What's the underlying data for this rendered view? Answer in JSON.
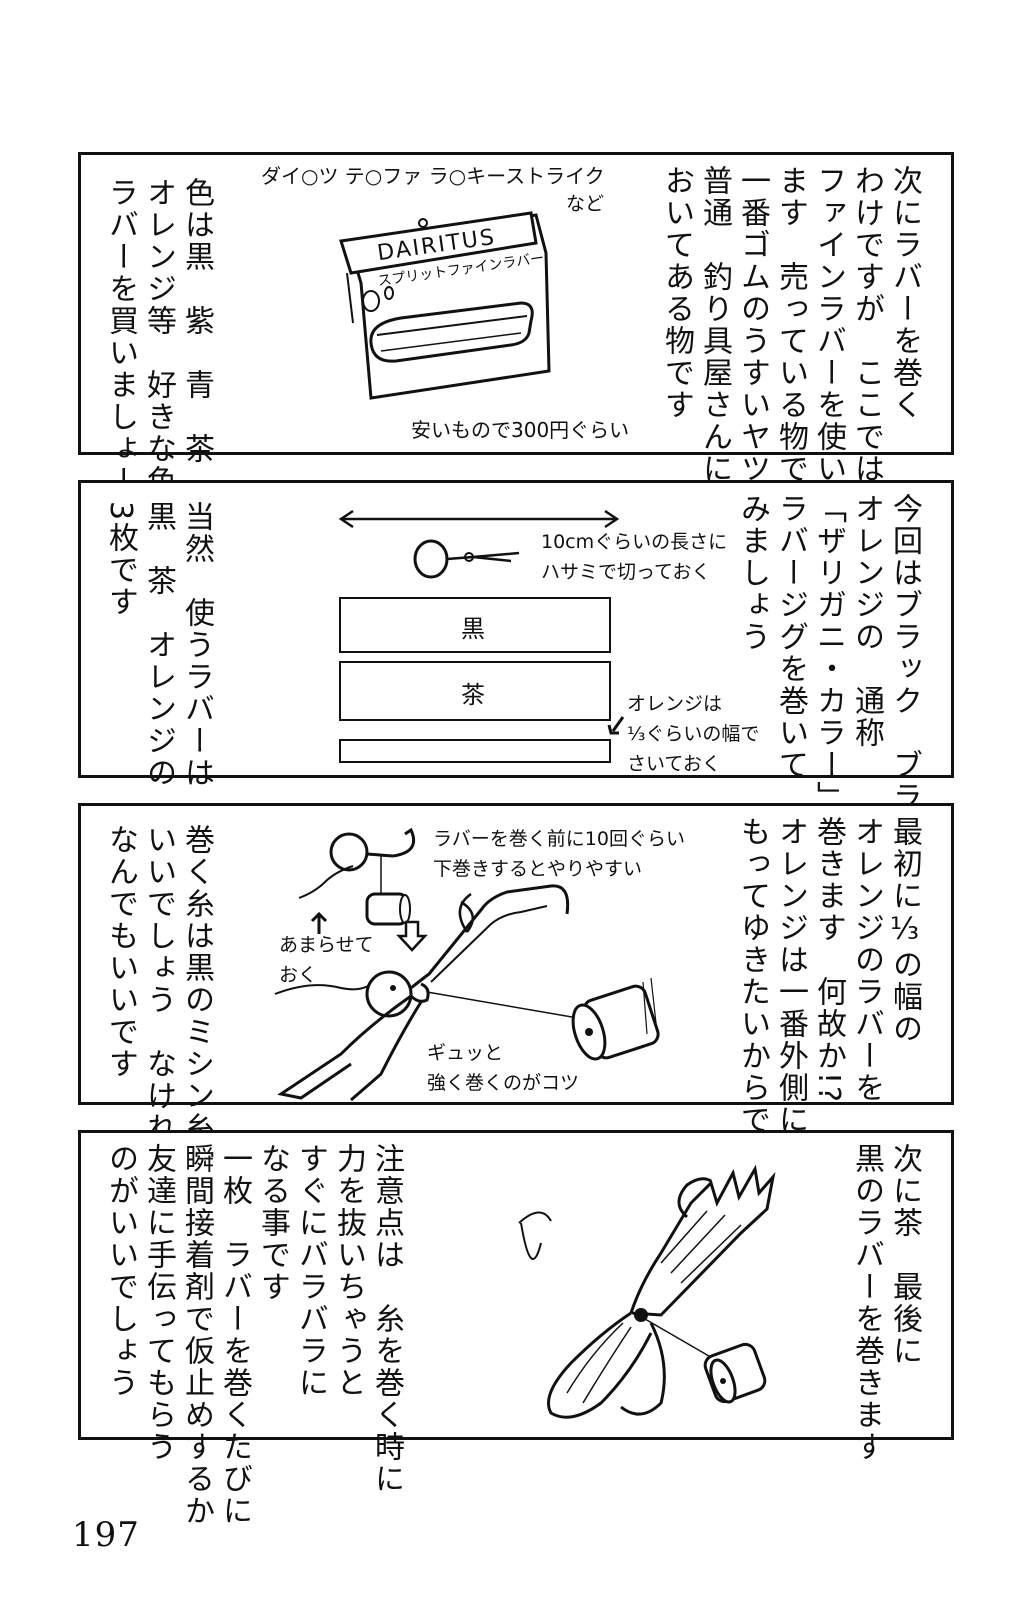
{
  "page_number": "197",
  "panel1": {
    "right_text": [
      "次にラバーを巻く",
      "わけですが　ここでは",
      "ファインラバーを使い",
      "ます　売っている物では",
      "一番ゴムのうすいヤツで",
      "普通　釣り具屋さんに",
      "おいてある物です"
    ],
    "left_text": [
      "色は黒　紫　青　茶",
      "オレンジ等　好きな色の",
      "ラバーを買いましょー"
    ],
    "brands": "ダイ○ツ テ○ファ ラ○キーストライク",
    "brands_suffix": "など",
    "package_brand": "DAIRITUS",
    "package_product": "スプリットファインラバー",
    "price_caption": "安いもので300円ぐらい"
  },
  "panel2": {
    "right_text": [
      "今回はブラック　ブラウン",
      "オレンジの　通称",
      "「ザリガニ・カラー」の",
      "ラバージグを巻いて",
      "みましょう"
    ],
    "left_text": [
      "当然　使うラバーは",
      "黒　茶　オレンジの",
      "3枚です"
    ],
    "length_note": [
      "10cmぐらいの長さに",
      "ハサミで切っておく"
    ],
    "strip_black": "黒",
    "strip_brown": "茶",
    "orange_note": [
      "オレンジは",
      "⅓ぐらいの幅で",
      "さいておく"
    ]
  },
  "panel3": {
    "right_text": [
      "最初に⅓の幅の",
      "オレンジのラバーを",
      "巻きます　何故か!?",
      "オレンジは一番外側に",
      "もってゆきたいからです"
    ],
    "left_text": [
      "巻く糸は黒のミシン糸が",
      "いいでしょう　なければ",
      "なんでもいいです"
    ],
    "pre_wrap_note": [
      "ラバーを巻く前に10回ぐらい",
      "下巻きするとやりやすい"
    ],
    "leave_note": [
      "あまらせて",
      "おく"
    ],
    "tight_note": [
      "ギュッと",
      "強く巻くのがコツ"
    ]
  },
  "panel4": {
    "right_text": [
      "次に茶　最後に",
      "黒のラバーを巻きます"
    ],
    "left_text": [
      "注意点は　糸を巻く時に",
      "力を抜いちゃうと",
      "すぐにバラバラに",
      "なる事です",
      "一枚　ラバーを巻くたびに",
      "瞬間接着剤で仮止めするか",
      "友達に手伝ってもらう",
      "のがいいでしょう"
    ]
  }
}
